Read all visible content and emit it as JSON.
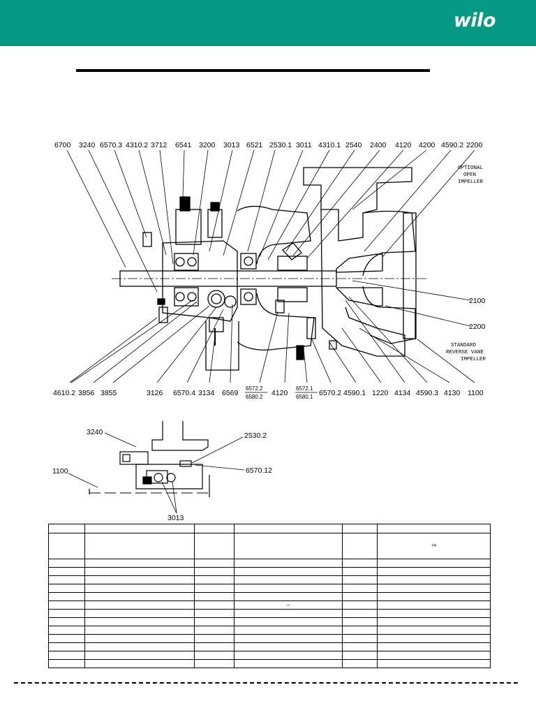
{
  "brand": {
    "logo_text": "wilo",
    "band_color": "#069a84"
  },
  "main_drawing": {
    "top_labels": [
      "6700",
      "3240",
      "6570.3",
      "4310.2",
      "3712",
      "6541",
      "3200",
      "3013",
      "6521",
      "2530.1",
      "3011",
      "4310.1",
      "2540",
      "2400",
      "4120",
      "4200",
      "4590.2",
      "2200"
    ],
    "bottom_labels": [
      "4610.2",
      "3856",
      "3855",
      "3126",
      "6570.4",
      "3134",
      "6569",
      "6572.2",
      "6580.2",
      "4120",
      "6572.1",
      "6580.1",
      "6570.2",
      "4590.1",
      "1220",
      "4134",
      "4590.3",
      "4130",
      "1100"
    ],
    "right_labels": [
      "2100",
      "2200"
    ],
    "notes": {
      "optional": [
        "OPTIONAL",
        "OPEN",
        "IMPELLER"
      ],
      "standard": [
        "STANDARD",
        "REVERSE VANE",
        "IMPELLER"
      ]
    }
  },
  "detail_drawing": {
    "labels": [
      "3240",
      "2530.2",
      "6570.12",
      "1100",
      "3013"
    ]
  },
  "table": {
    "tm_mark": "™",
    "dash_mark": "–"
  }
}
